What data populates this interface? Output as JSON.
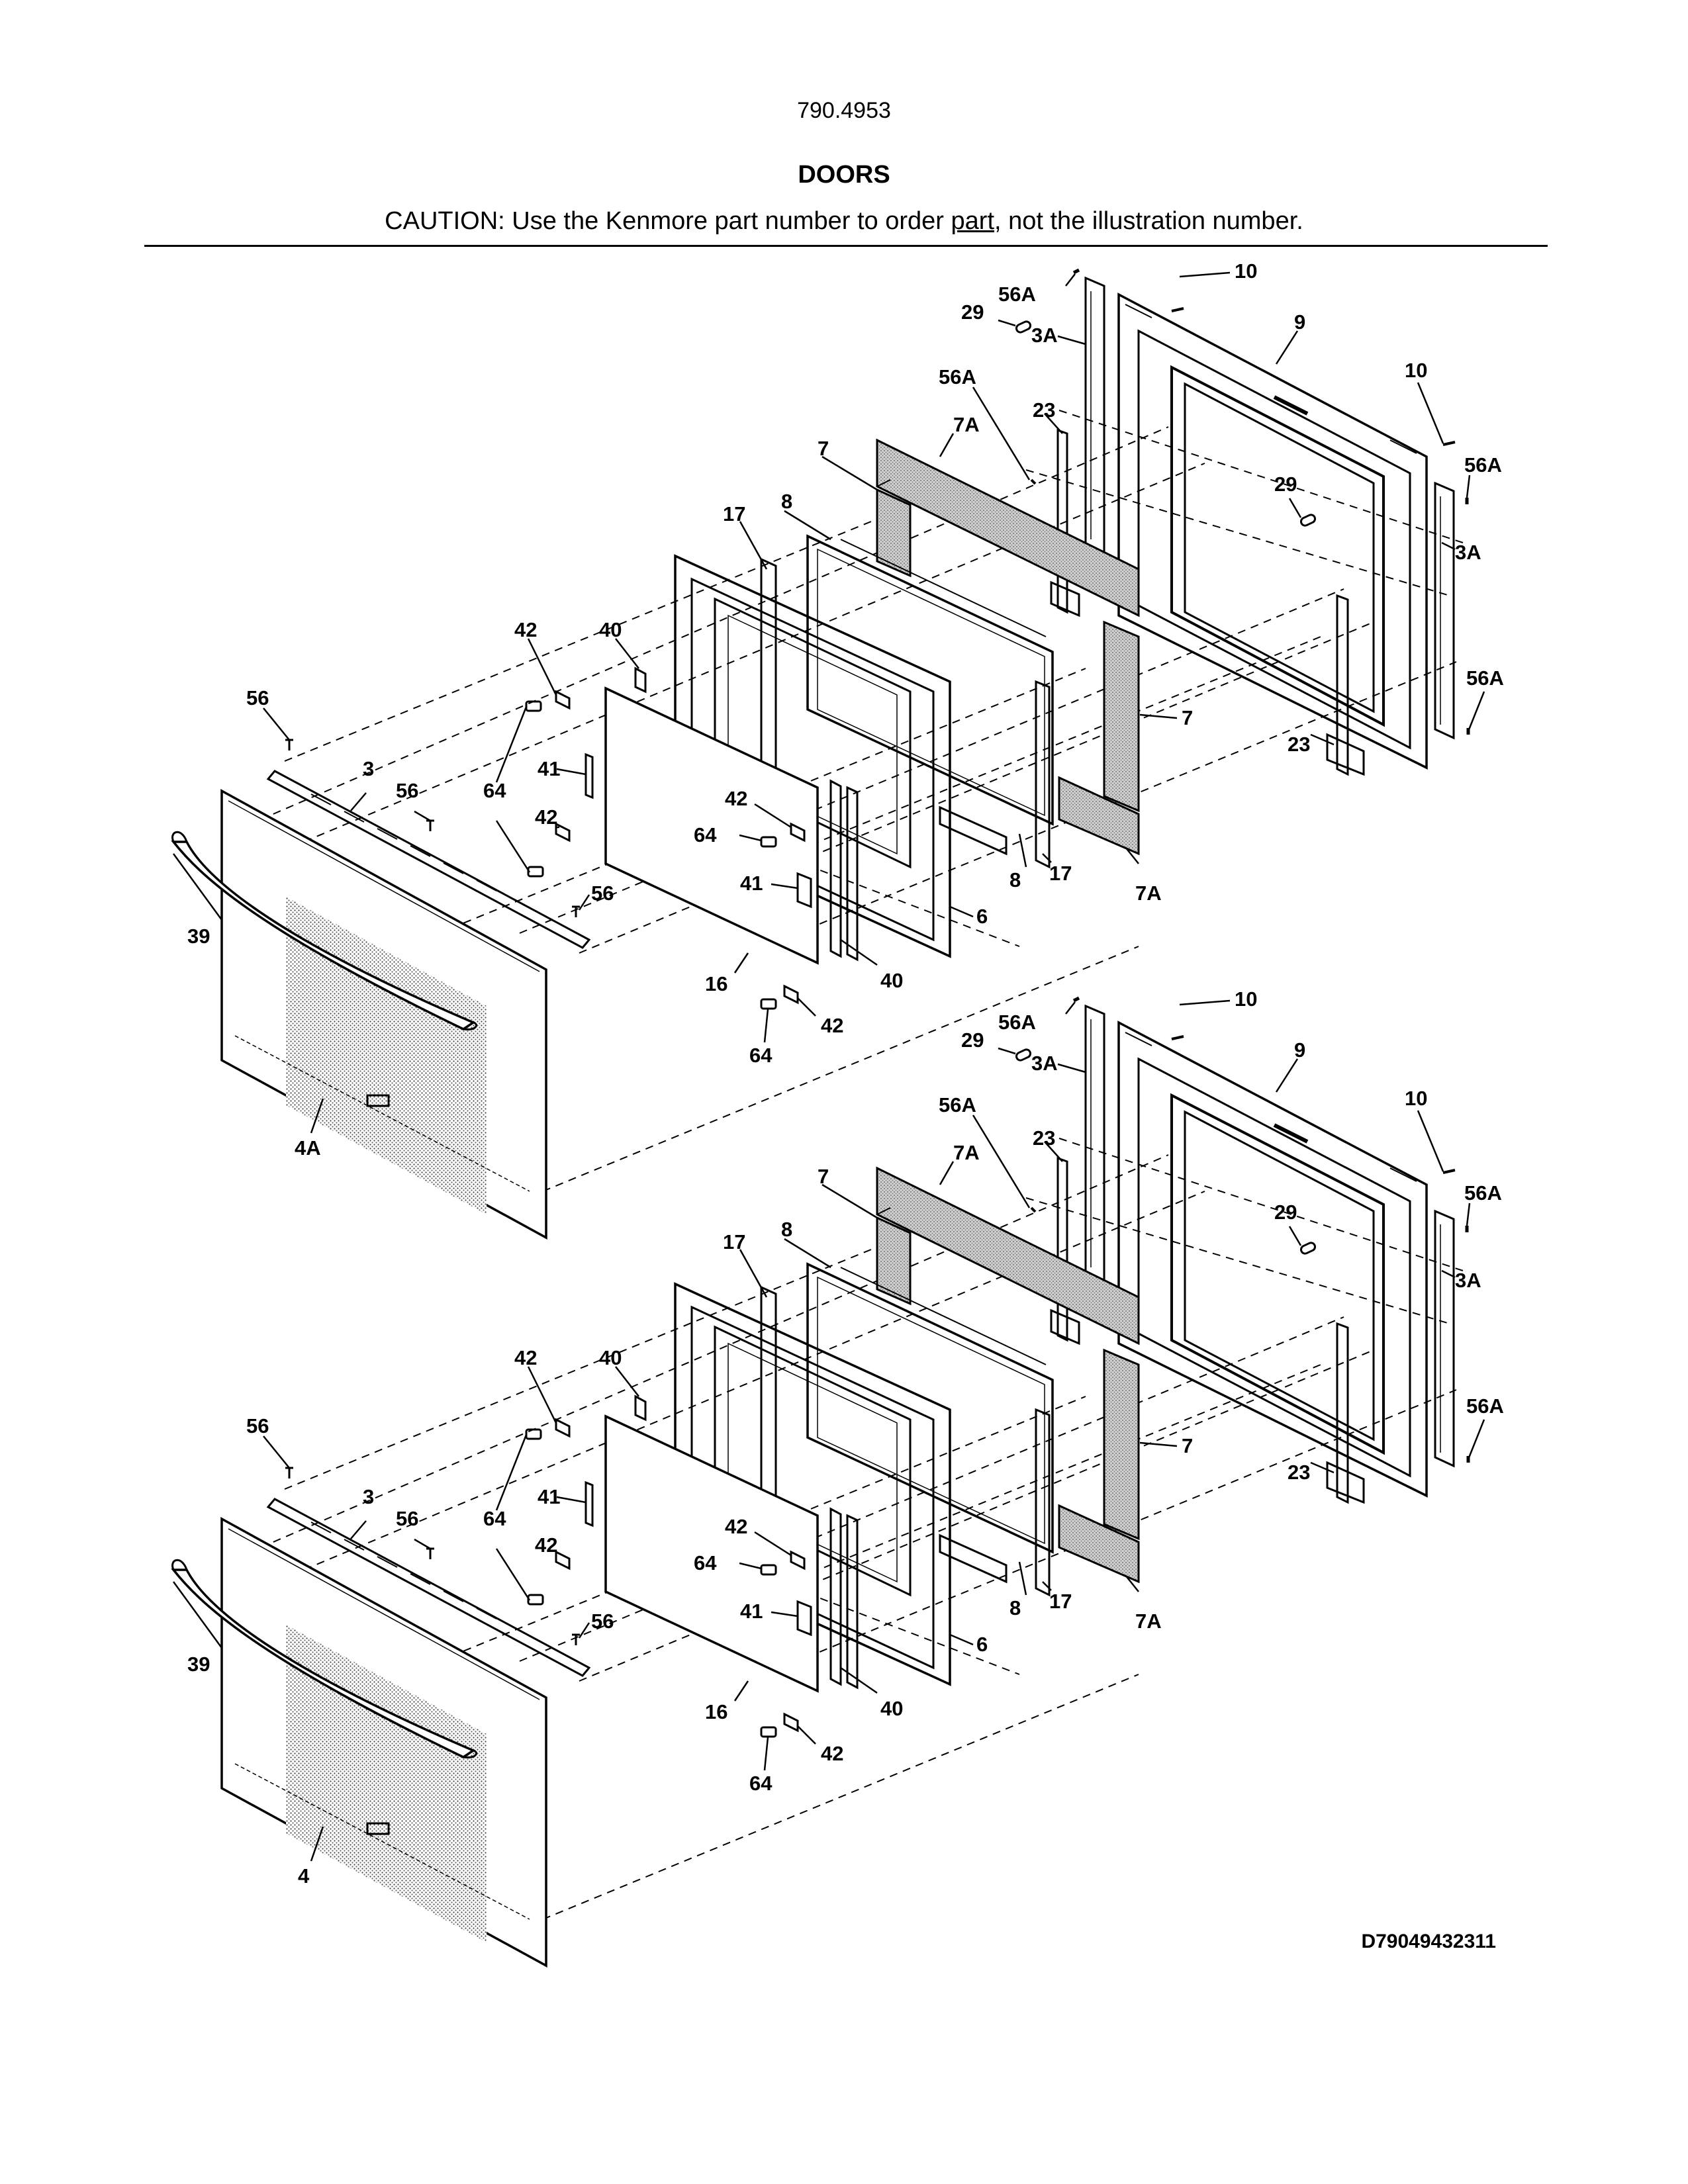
{
  "header": {
    "model_number": "790.4953",
    "section_title": "DOORS",
    "caution_before": "CAUTION: Use the Kenmore part number to order ",
    "caution_link": "part",
    "caution_after": ", not the illustration number."
  },
  "footer": {
    "drawing_id": "D79049432311"
  },
  "callouts": {
    "upper": [
      "10",
      "56A",
      "29",
      "3A",
      "9",
      "56A",
      "10",
      "23",
      "7A",
      "7",
      "56A",
      "8",
      "29",
      "17",
      "3A",
      "42",
      "40",
      "56A",
      "56",
      "7",
      "3",
      "23",
      "41",
      "64",
      "56",
      "42",
      "64",
      "42",
      "8",
      "17",
      "41",
      "39",
      "56",
      "6",
      "7A",
      "16",
      "40",
      "42",
      "64",
      "4A"
    ],
    "lower": [
      "10",
      "56A",
      "29",
      "3A",
      "9",
      "56A",
      "10",
      "23",
      "7A",
      "7",
      "56A",
      "8",
      "29",
      "17",
      "3A",
      "42",
      "40",
      "56",
      "7",
      "56A",
      "3",
      "56",
      "41",
      "23",
      "64",
      "42",
      "42",
      "64",
      "41",
      "8",
      "17",
      "56",
      "39",
      "6",
      "7A",
      "16",
      "40",
      "42",
      "64",
      "4"
    ]
  },
  "colors": {
    "line": "#000000",
    "background": "#ffffff",
    "gasket_fill": "#bdbdbd"
  }
}
